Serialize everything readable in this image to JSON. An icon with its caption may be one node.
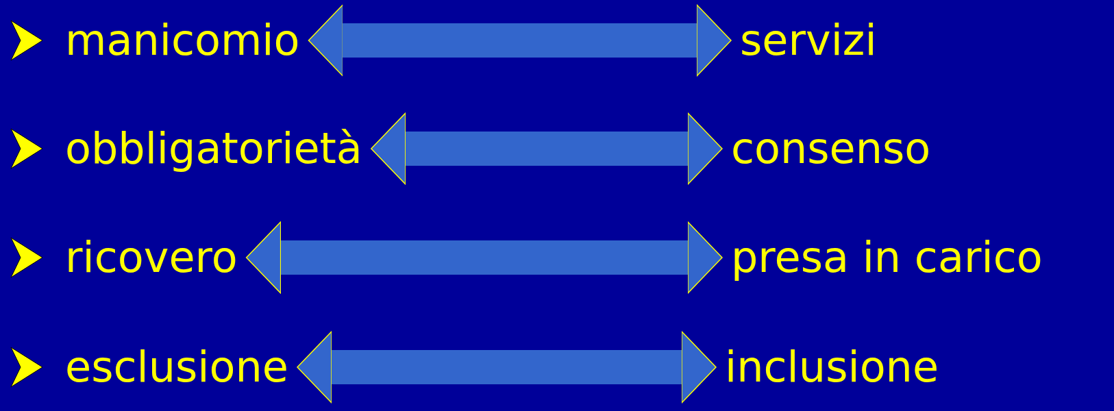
{
  "diagram": {
    "nodes": [
      {
        "text": [
          "manicomio"
        ]
      },
      {
        "text": [
          "servizi"
        ]
      },
      {
        "text": [
          "obbligatorietà"
        ]
      },
      {
        "text": [
          "consenso"
        ]
      },
      {
        "text": [
          "ricovero"
        ]
      },
      {
        "text": [
          "presa in carico"
        ]
      },
      {
        "text": [
          "esclusione"
        ]
      },
      {
        "text": [
          "inclusione"
        ]
      }
    ],
    "edges": [
      {
        "from": 0,
        "to": 1,
        "arrow": "both"
      },
      {
        "from": 2,
        "to": 3,
        "arrow": "both"
      },
      {
        "from": 4,
        "to": 5,
        "arrow": "both"
      },
      {
        "from": 6,
        "to": 7,
        "arrow": "both"
      }
    ]
  }
}
